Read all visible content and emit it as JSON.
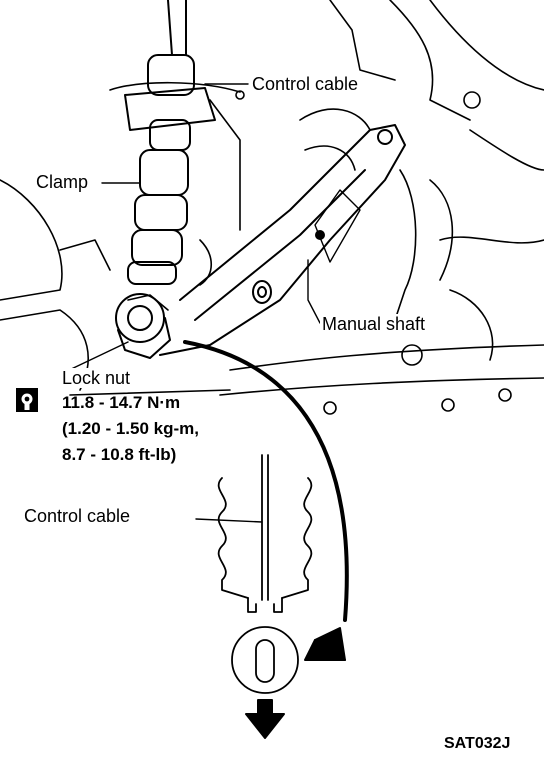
{
  "labels": {
    "control_cable_top": "Control cable",
    "clamp": "Clamp",
    "manual_shaft": "Manual shaft",
    "lock_nut": "Lock nut",
    "control_cable_bottom": "Control cable",
    "figure_code": "SAT032J"
  },
  "torque": {
    "line1": "11.8 - 14.7 N·m",
    "line2": "(1.20 - 1.50 kg-m,",
    "line3": "8.7 - 10.8 ft-lb)"
  },
  "icons": {
    "torque": "torque-wrench-icon",
    "rotation": "curved-arrow-icon",
    "direction": "down-arrow-icon"
  },
  "colors": {
    "ink": "#000000",
    "paper": "#ffffff"
  }
}
